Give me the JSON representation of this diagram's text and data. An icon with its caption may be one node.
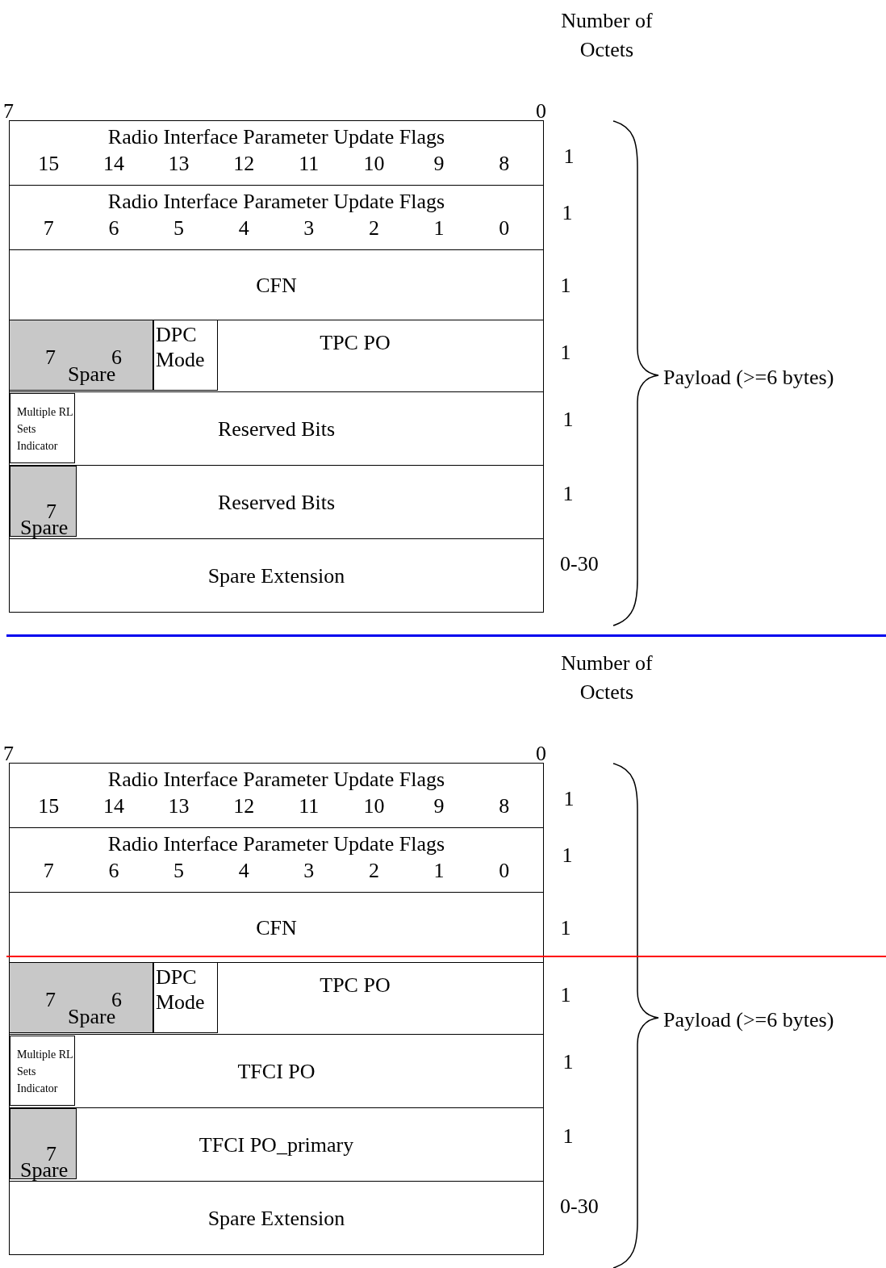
{
  "diagram": {
    "nodes": [
      {
        "text": [
          "Radio Interface Parameter Update Flags",
          "15",
          "14",
          "13",
          "12",
          "11",
          "10",
          "9",
          "8"
        ]
      },
      {
        "text": [
          "Radio Interface Parameter Update Flags",
          "7",
          "6",
          "5",
          "4",
          "3",
          "2",
          "1",
          "0"
        ]
      },
      {
        "text": [
          "CFN"
        ]
      },
      {
        "text": [
          "TPC PO"
        ]
      },
      {
        "text": [
          "7",
          "6",
          "Spare"
        ],
        "in": 3
      },
      {
        "text": [
          "DPC Mode"
        ],
        "in": 3
      },
      {
        "text": [
          "Reserved Bits"
        ]
      },
      {
        "text": [
          "Multiple RL Sets Indicator"
        ],
        "in": 6
      },
      {
        "text": [
          "Reserved Bits"
        ]
      },
      {
        "text": [
          "7",
          "Spare"
        ],
        "in": 8
      },
      {
        "text": [
          "Spare Extension"
        ]
      },
      {
        "text": [
          "Radio Interface Parameter Update Flags",
          "15",
          "14",
          "13",
          "12",
          "11",
          "10",
          "9",
          "8"
        ]
      },
      {
        "text": [
          "Radio Interface Parameter Update Flags",
          "7",
          "6",
          "5",
          "4",
          "3",
          "2",
          "1",
          "0"
        ]
      },
      {
        "text": [
          "CFN"
        ]
      },
      {
        "text": [
          "TPC PO"
        ]
      },
      {
        "text": [
          "7",
          "6",
          "Spare"
        ],
        "in": 14
      },
      {
        "text": [
          "DPC Mode"
        ],
        "in": 14
      },
      {
        "text": [
          "TFCI PO"
        ]
      },
      {
        "text": [
          "Multiple RL Sets Indicator"
        ],
        "in": 17
      },
      {
        "text": [
          "TFCI PO_primary"
        ]
      },
      {
        "text": [
          "7",
          "Spare"
        ],
        "in": 19
      },
      {
        "text": [
          "Spare Extension"
        ]
      }
    ],
    "edges": [],
    "labels": [
      "Number of Octets",
      "7",
      "0",
      "1",
      "1",
      "1",
      "1",
      "1",
      "1",
      "0-30",
      "Payload (>=6 bytes)",
      "Number of Octets",
      "7",
      "0",
      "1",
      "1",
      "1",
      "1",
      "1",
      "1",
      "0-30",
      "Payload (>=6 bytes)"
    ]
  }
}
